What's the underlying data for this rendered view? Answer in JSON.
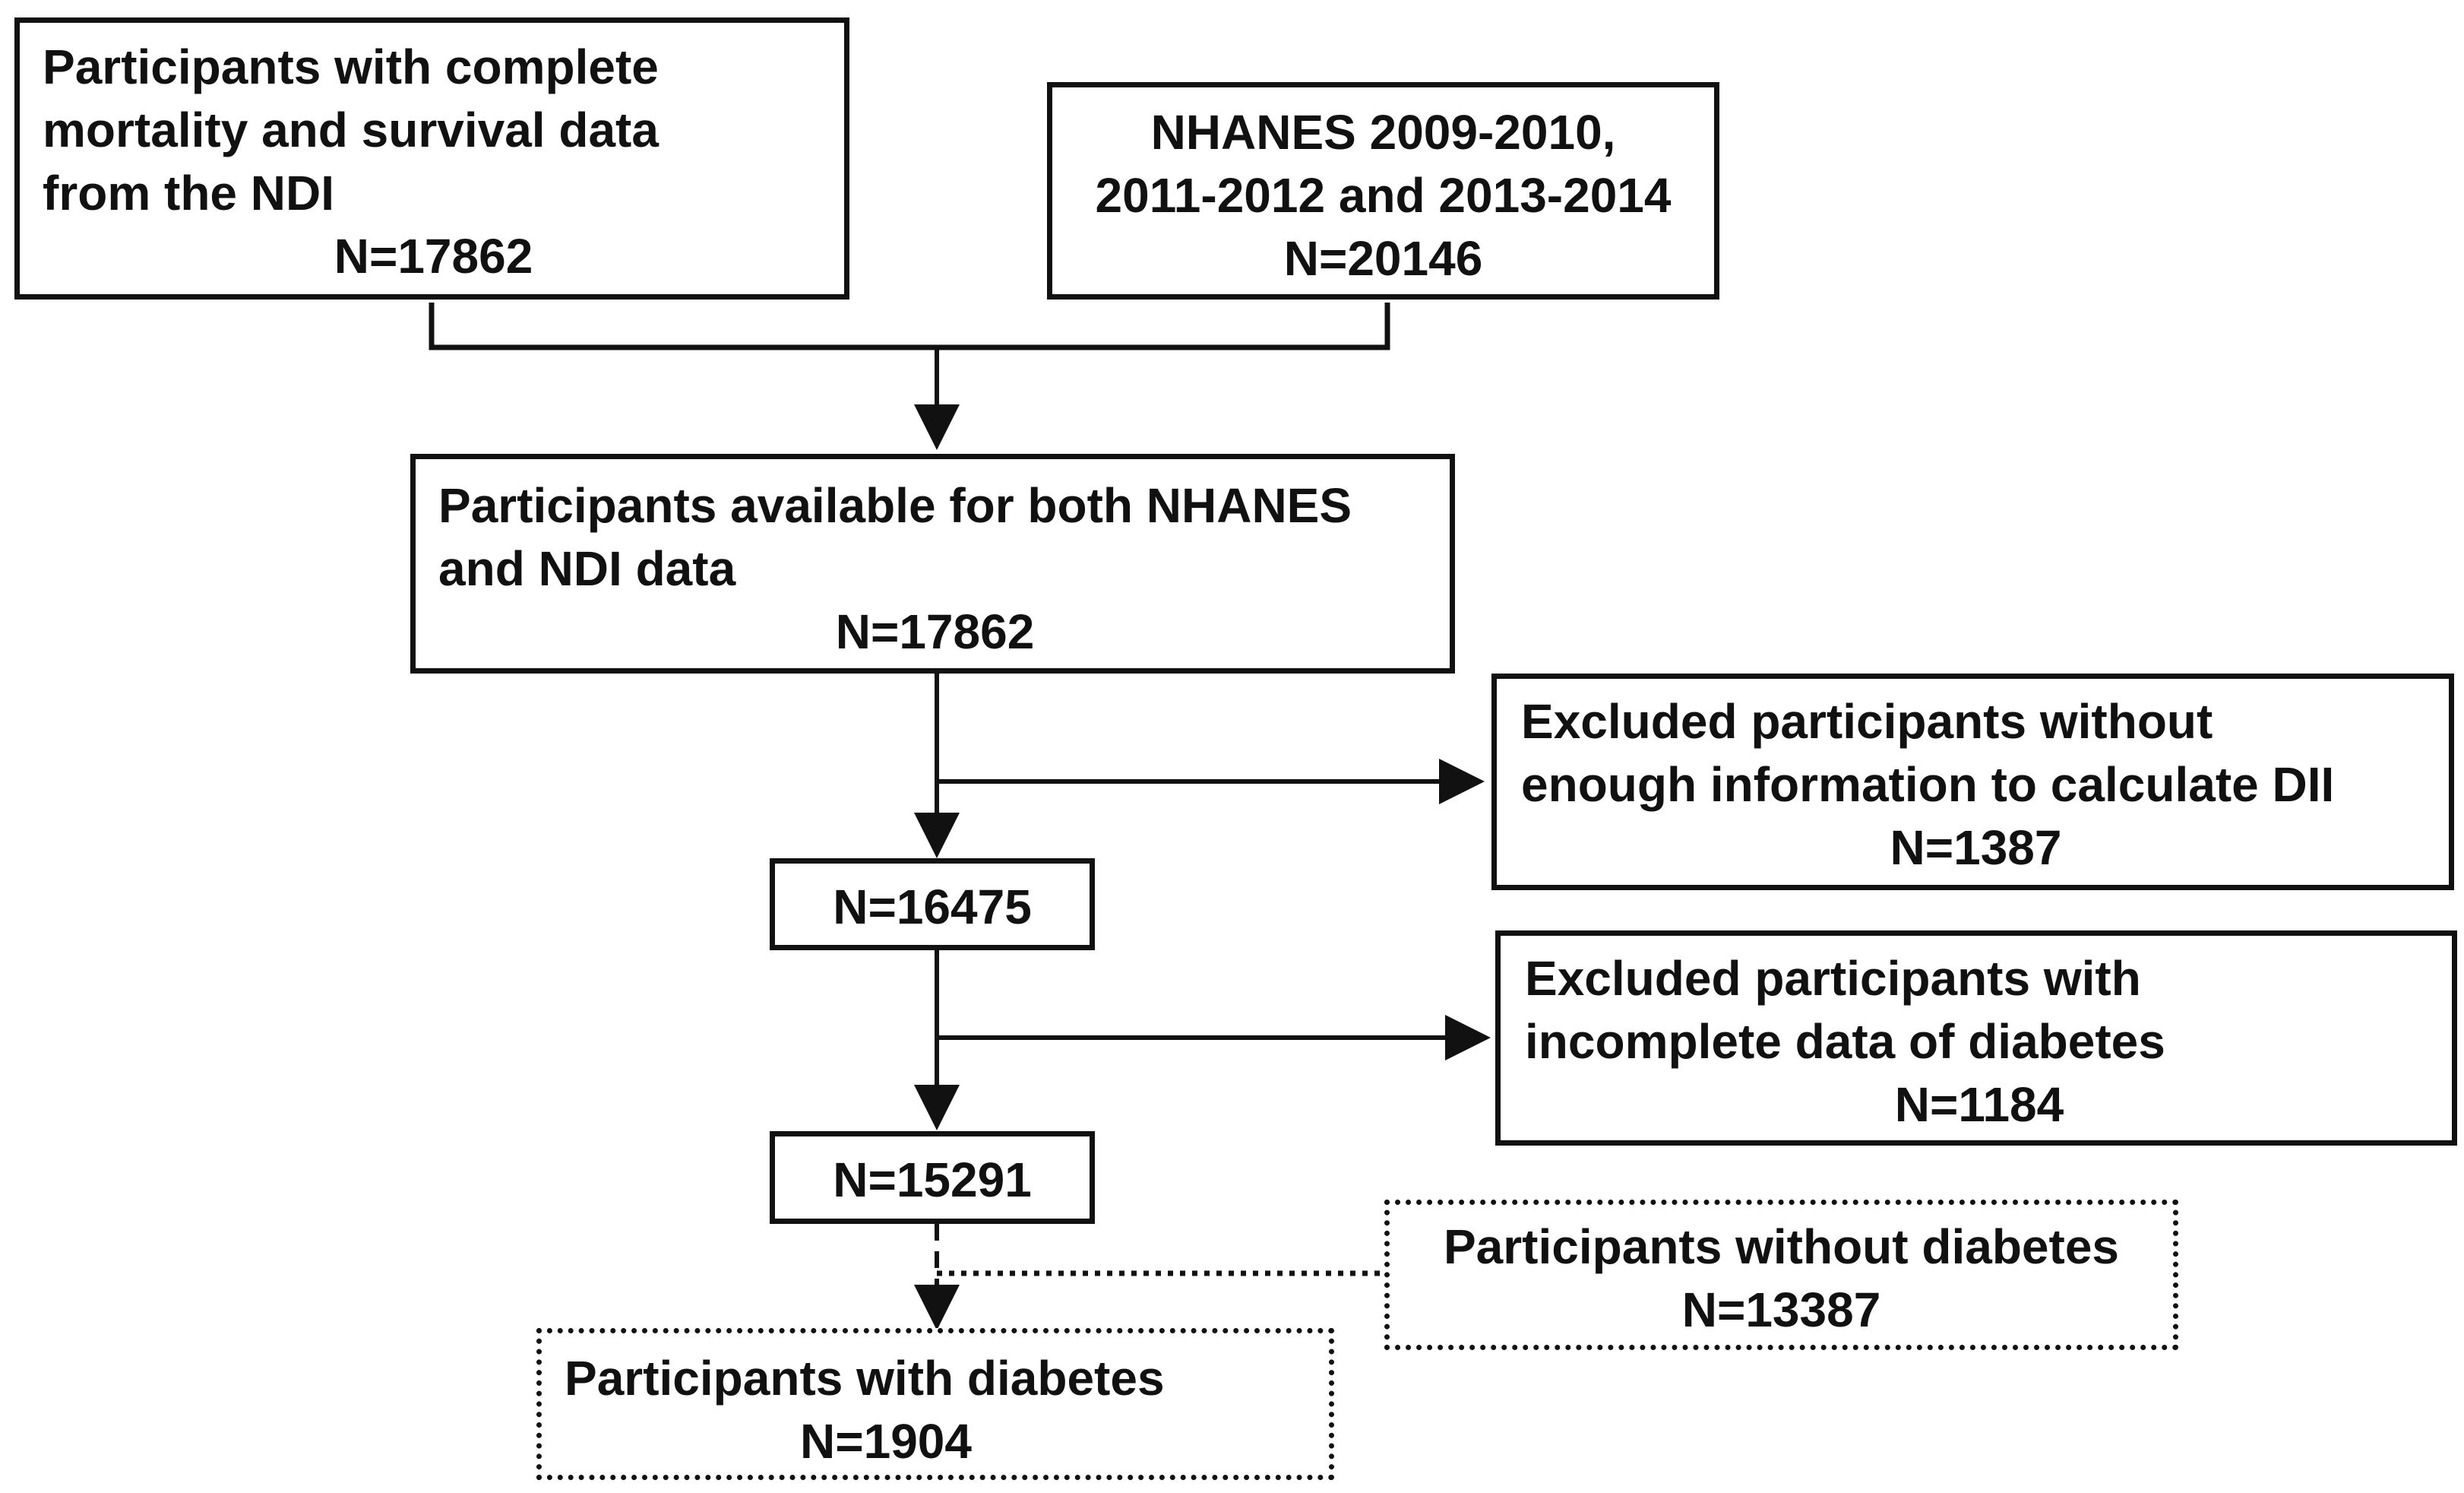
{
  "boxes": {
    "ndi": {
      "lines": [
        "Participants with complete",
        "mortality and survival data",
        "from the NDI"
      ],
      "n": "N=17862"
    },
    "nhanes": {
      "lines": [
        "NHANES 2009-2010,",
        "2011-2012 and 2013-2014"
      ],
      "n": "N=20146"
    },
    "both": {
      "lines": [
        "Participants available for both NHANES",
        "and NDI data"
      ],
      "n": "N=17862"
    },
    "excluded_dii": {
      "lines": [
        "Excluded participants without",
        "enough information to calculate DII"
      ],
      "n": "N=1387"
    },
    "n16475": {
      "n": "N=16475"
    },
    "excluded_diabetes": {
      "lines": [
        "Excluded participants with",
        "incomplete data of diabetes"
      ],
      "n": "N=1184"
    },
    "n15291": {
      "n": "N=15291"
    },
    "without_diabetes": {
      "lines": [
        "Participants without diabetes"
      ],
      "n": "N=13387"
    },
    "with_diabetes": {
      "lines": [
        "Participants with diabetes"
      ],
      "n": "N=1904"
    }
  },
  "colors": {
    "line": "#111111",
    "background": "#ffffff"
  }
}
